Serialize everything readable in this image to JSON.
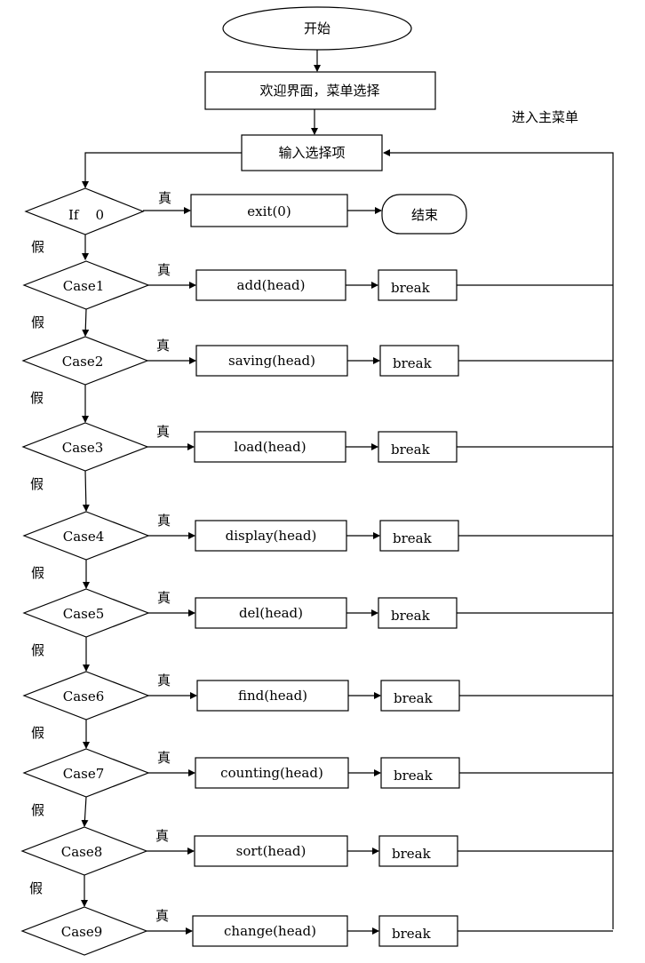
{
  "start_label": "开始",
  "welcome_label": "欢迎界面，菜单选择",
  "input_label": "输入选择项",
  "return_label": "进入主菜单",
  "if_label": "If    0",
  "exit_label": "exit(0)",
  "end_label": "结束",
  "true_label": "真",
  "false_label": "假",
  "break_label": "break",
  "cases": [
    {
      "case": "Case1",
      "action": "add(head)"
    },
    {
      "case": "Case2",
      "action": "saving(head)"
    },
    {
      "case": "Case3",
      "action": "load(head)"
    },
    {
      "case": "Case4",
      "action": "display(head)"
    },
    {
      "case": "Case5",
      "action": "del(head)"
    },
    {
      "case": "Case6",
      "action": "find(head)"
    },
    {
      "case": "Case7",
      "action": "counting(head)"
    },
    {
      "case": "Case8",
      "action": "sort(head)"
    },
    {
      "case": "Case9",
      "action": "change(head)"
    }
  ]
}
